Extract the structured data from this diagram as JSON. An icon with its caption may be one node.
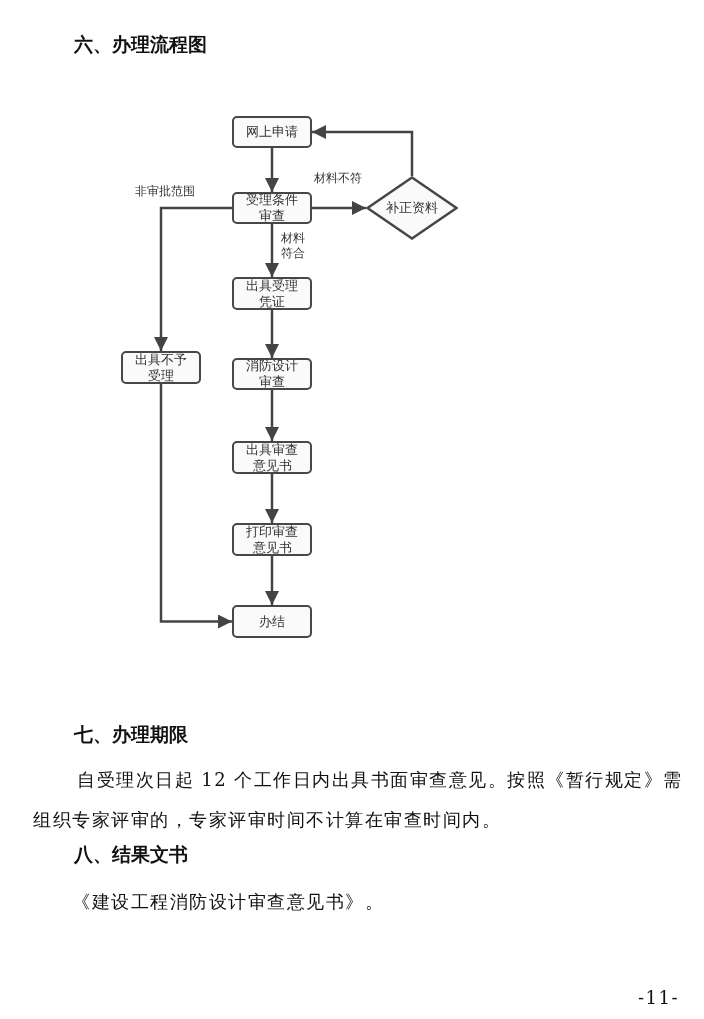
{
  "diagram": {
    "title": "六、办理流程图",
    "nodes": [
      {
        "text": [
          "网上申请"
        ]
      },
      {
        "text": [
          "受理条件审查"
        ]
      },
      {
        "text": [
          "补正资料"
        ]
      },
      {
        "text": [
          "出具受理凭证"
        ]
      },
      {
        "text": [
          "出具不予受理"
        ]
      },
      {
        "text": [
          "消防设计审查"
        ]
      },
      {
        "text": [
          "出具审查意见书"
        ]
      },
      {
        "text": [
          "打印审查意见书"
        ]
      },
      {
        "text": [
          "办结"
        ]
      }
    ],
    "edges": [
      {
        "from": 0,
        "to": 1,
        "arrow": "to"
      },
      {
        "from": 1,
        "to": 2,
        "arrow": "to",
        "label": "材料不符"
      },
      {
        "from": 2,
        "to": 0,
        "arrow": "to"
      },
      {
        "from": 1,
        "to": 3,
        "arrow": "to",
        "label": "材料符合"
      },
      {
        "from": 1,
        "to": 4,
        "arrow": "to",
        "label": "非审批范围"
      },
      {
        "from": 3,
        "to": 5,
        "arrow": "to"
      },
      {
        "from": 5,
        "to": 6,
        "arrow": "to"
      },
      {
        "from": 6,
        "to": 7,
        "arrow": "to"
      },
      {
        "from": 7,
        "to": 8,
        "arrow": "to"
      },
      {
        "from": 4,
        "to": 8,
        "arrow": "to"
      }
    ],
    "labels": [
      "七、办理期限",
      "自受理次日起 12 个工作日内出具书面审查意见。按照《暂行规定》需组织专家评审的，专家评审时间不计算在审查时间内。",
      "八、结果文书",
      "《建设工程消防设计审查意见书》。",
      "-11-"
    ]
  }
}
